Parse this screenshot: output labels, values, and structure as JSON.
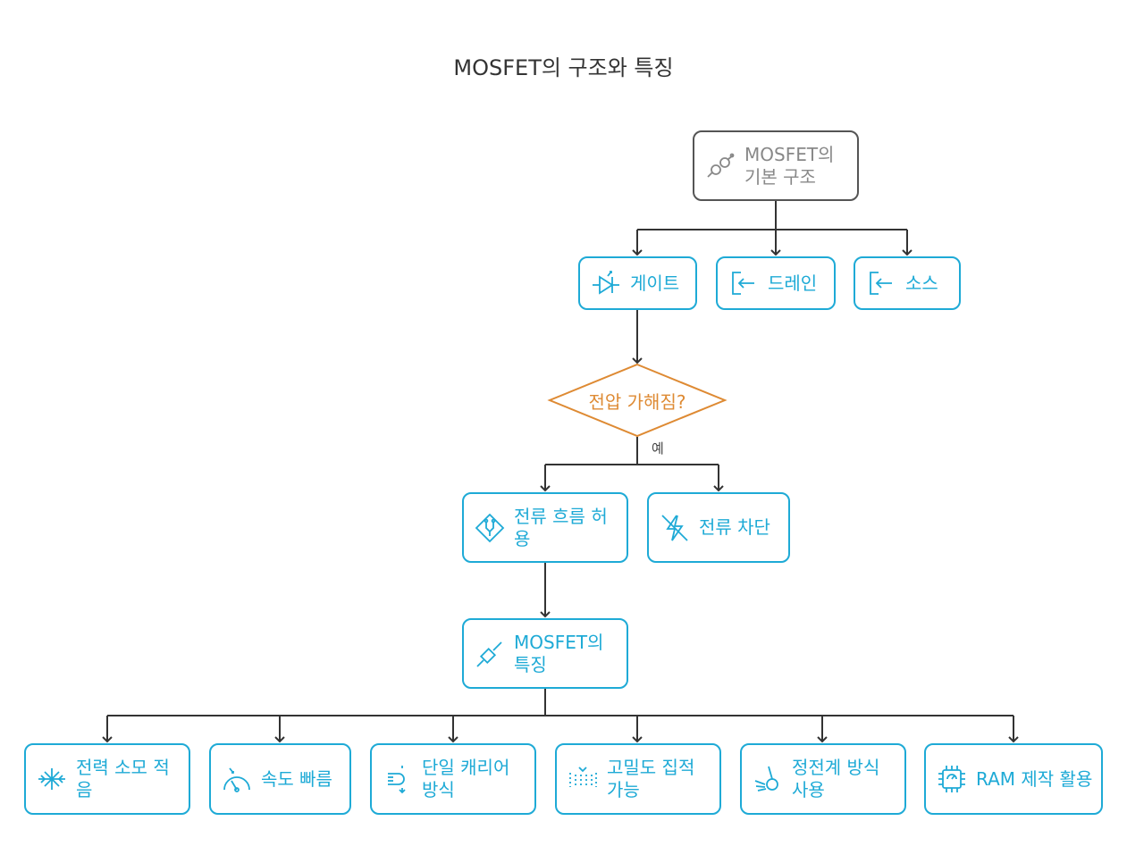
{
  "title": "MOSFET의 구조와 특징",
  "colors": {
    "accent": "#1eaad6",
    "decision": "#de8a33",
    "root_border": "#555555",
    "root_text": "#888888",
    "connector": "#333333"
  },
  "nodes": {
    "root": {
      "label": "MOSFET의 기본 구조",
      "icon": "molecule-icon"
    },
    "gate": {
      "label": "게이트",
      "icon": "transistor-icon"
    },
    "drain": {
      "label": "드레인",
      "icon": "login-arrow-icon"
    },
    "source": {
      "label": "소스",
      "icon": "login-arrow-icon"
    },
    "decision": {
      "label": "전압 가해짐?"
    },
    "yes_label": "예",
    "allow": {
      "label": "전류 흐름 허용",
      "icon": "circuit-diamond-icon"
    },
    "block": {
      "label": "전류 차단",
      "icon": "zap-off-icon"
    },
    "features": {
      "label": "MOSFET의 특징",
      "icon": "probe-icon"
    }
  },
  "features": [
    {
      "label": "전력 소모 적음",
      "icon": "snowflake-icon"
    },
    {
      "label": "속도 빠름",
      "icon": "gauge-icon"
    },
    {
      "label": "단일 캐리어 방식",
      "icon": "magnet-icon"
    },
    {
      "label": "고밀도 집적 가능",
      "icon": "grid-dots-icon"
    },
    {
      "label": "정전계 방식 사용",
      "icon": "field-icon"
    },
    {
      "label": "RAM 제작 활용",
      "icon": "chip-icon"
    }
  ]
}
